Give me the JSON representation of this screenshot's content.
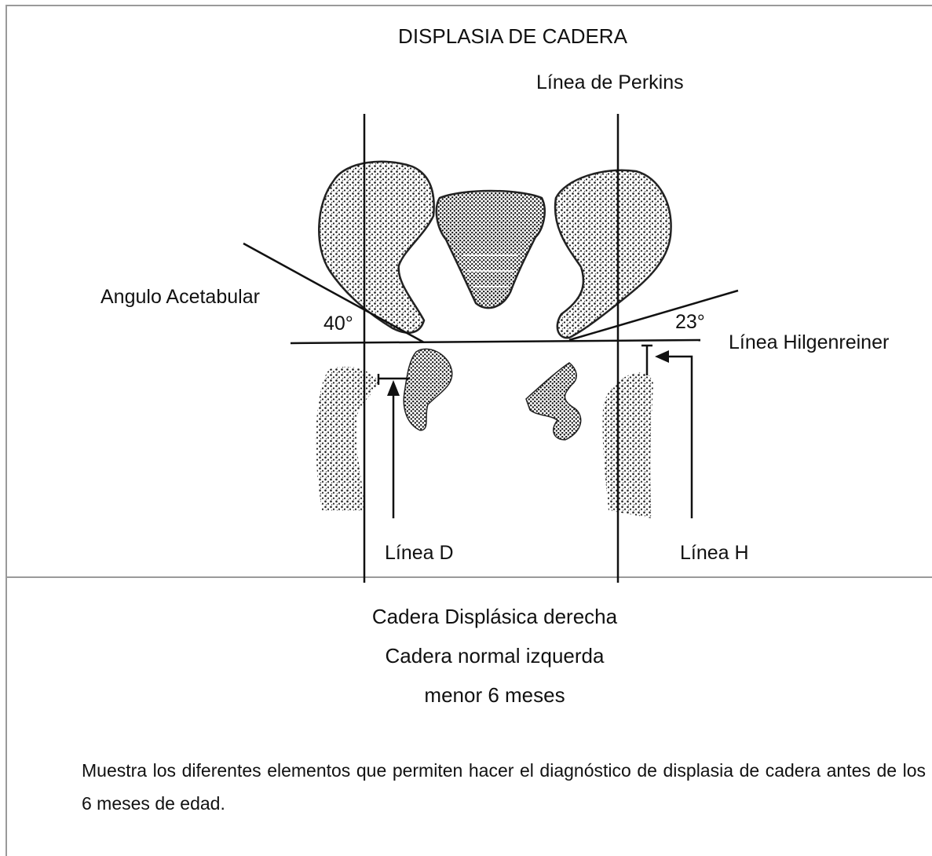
{
  "figure": {
    "title": "DISPLASIA DE CADERA",
    "labels": {
      "perkins": "Línea de Perkins",
      "acetabular_angle": "Angulo Acetabular",
      "angle_right": "40°",
      "angle_left": "23°",
      "hilgenreiner": "Línea Hilgenreiner",
      "line_d": "Línea D",
      "line_h": "Línea H"
    },
    "subtitle_lines": [
      "Cadera Displásica derecha",
      "Cadera normal izquerda",
      "menor 6 meses"
    ]
  },
  "caption": "Muestra los diferentes elementos que permiten hacer el diagnóstico de displasia de cadera antes de los 6 meses de edad."
}
